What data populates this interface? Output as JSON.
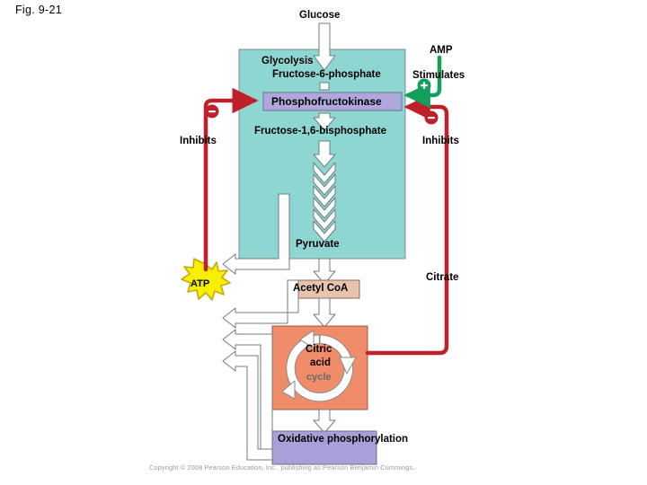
{
  "figure": {
    "number_label": "Fig. 9-21",
    "copyright": "Copyright © 2008 Pearson Education, Inc., publishing as Pearson Benjamin Cummings."
  },
  "pathway": {
    "glucose": "Glucose",
    "glycolysis": "Glycolysis",
    "fructose_6_phosphate": "Fructose-6-phosphate",
    "phosphofructokinase": "Phosphofructokinase",
    "fructose_1_6_bisphosphate": "Fructose-1,6-bisphosphate",
    "pyruvate": "Pyruvate",
    "acetyl_coa": "Acetyl CoA",
    "citric_acid_cycle_line1": "Citric",
    "citric_acid_cycle_line2": "acid",
    "citric_acid_cycle_line3": "cycle",
    "oxidative_phosphorylation": "Oxidative phosphorylation"
  },
  "regulators": {
    "amp": "AMP",
    "stimulates": "Stimulates",
    "inhibits_right": "Inhibits",
    "inhibits_left": "Inhibits",
    "citrate": "Citrate",
    "atp": "ATP",
    "plus_sign": "+",
    "minus_sign": "−"
  },
  "colors": {
    "glycolysis_box": "#8ed6d1",
    "enzyme_bar": "#b0a8dd",
    "acetyl_coa_box": "#e8c4ae",
    "citric_acid_box": "#f08c6a",
    "oxphos_box": "#a8a0d8",
    "stimulate_green": "#12a05a",
    "inhibit_red": "#c0202c",
    "atp_star_fill": "#f7ef00",
    "atp_star_stroke": "#c8a808",
    "arrow_white": "#ffffff",
    "arrow_outline": "#6f7d7d"
  }
}
